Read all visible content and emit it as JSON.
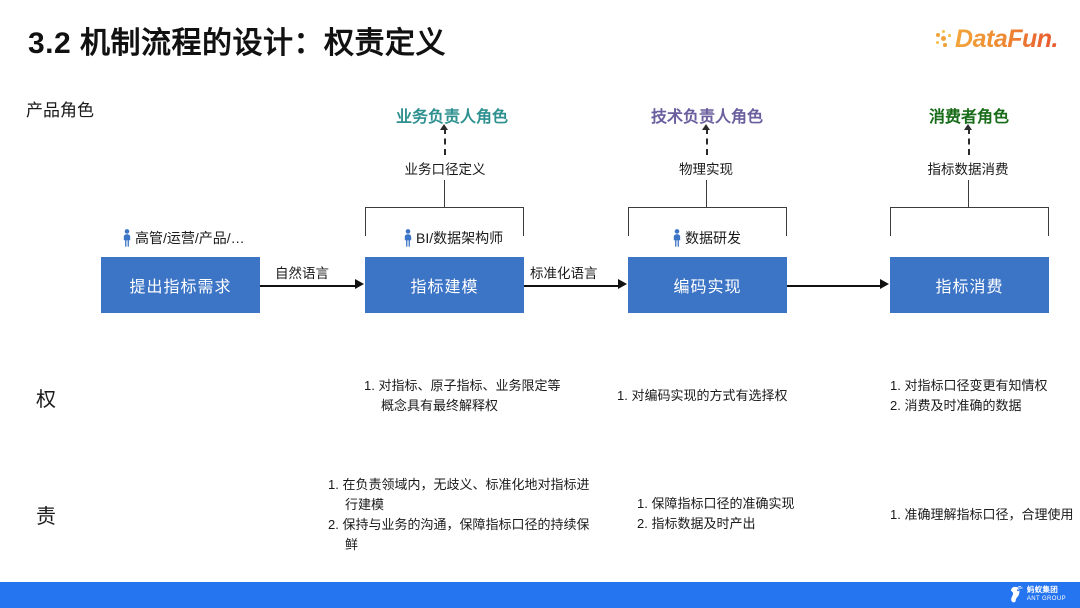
{
  "header": {
    "title": "3.2 机制流程的设计：权责定义",
    "logo_text": "DataFun.",
    "logo_icon": "datafun-dots-icon"
  },
  "roles": [
    {
      "label": "产品角色",
      "color": "#1a1a1a",
      "style": "plain"
    },
    {
      "label": "业务负责人角色",
      "color": "#2E9190",
      "style": "bold"
    },
    {
      "label": "技术负责人角色",
      "color": "#6A5E9E",
      "style": "bold"
    },
    {
      "label": "消费者角色",
      "color": "#186B18",
      "style": "bold"
    }
  ],
  "connectors": [
    {
      "label": "业务口径定义"
    },
    {
      "label": "物理实现"
    },
    {
      "label": "指标数据消费"
    }
  ],
  "actors": [
    {
      "label": "高管/运营/产品/…",
      "icon": "person-icon"
    },
    {
      "label": "BI/数据架构师",
      "icon": "person-icon"
    },
    {
      "label": "数据研发",
      "icon": "person-icon"
    }
  ],
  "boxes": [
    {
      "label": "提出指标需求"
    },
    {
      "label": "指标建模"
    },
    {
      "label": "编码实现"
    },
    {
      "label": "指标消费"
    }
  ],
  "flow_labels": [
    {
      "label": "自然语言"
    },
    {
      "label": "标准化语言"
    }
  ],
  "sections": [
    {
      "title": "权",
      "columns": [
        {
          "items": []
        },
        {
          "items": [
            "1. 对指标、原子指标、业务限定等概念具有最终解释权"
          ]
        },
        {
          "items": [
            "1. 对编码实现的方式有选择权"
          ]
        },
        {
          "items": [
            "1. 对指标口径变更有知情权",
            "2. 消费及时准确的数据"
          ]
        }
      ]
    },
    {
      "title": "责",
      "columns": [
        {
          "items": []
        },
        {
          "items": [
            "1. 在负责领域内，无歧义、标准化地对指标进行建模",
            "2. 保持与业务的沟通，保障指标口径的持续保鲜"
          ]
        },
        {
          "items": [
            "1. 保障指标口径的准确实现",
            "2. 指标数据及时产出"
          ]
        },
        {
          "items": [
            "1. 准确理解指标口径，合理使用"
          ]
        }
      ]
    }
  ],
  "footer": {
    "brand_cn": "蚂蚁集团",
    "brand_en": "ANT GROUP",
    "icon": "ant-group-icon",
    "color": "#2574F0"
  },
  "colors": {
    "box_blue": "#3C74C6",
    "person_blue": "#3C74C6",
    "accent_teal": "#2E9190",
    "accent_purple": "#6A5E9E",
    "accent_green": "#186B18"
  }
}
